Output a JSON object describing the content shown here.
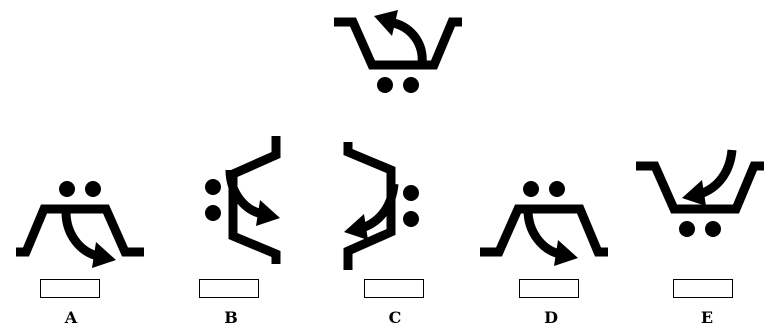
{
  "colors": {
    "ink": "#000000",
    "background": "#ffffff"
  },
  "question_figure": {
    "icon": "shopping-cart-icon",
    "orientation": "upright",
    "arrow": "curved-arrow-up-left"
  },
  "options": [
    {
      "label": "A",
      "icon": "shopping-cart-icon",
      "orientation": "upside-down",
      "arrow": "curved-arrow-down-right"
    },
    {
      "label": "B",
      "icon": "shopping-cart-icon",
      "orientation": "rotated-left",
      "arrow": "curved-arrow-down-right"
    },
    {
      "label": "C",
      "icon": "shopping-cart-icon",
      "orientation": "rotated-right",
      "arrow": "curved-arrow-down-left"
    },
    {
      "label": "D",
      "icon": "shopping-cart-icon",
      "orientation": "upside-down-mirrored",
      "arrow": "curved-arrow-down-right"
    },
    {
      "label": "E",
      "icon": "shopping-cart-icon",
      "orientation": "upright",
      "arrow": "curved-arrow-down-left"
    }
  ]
}
